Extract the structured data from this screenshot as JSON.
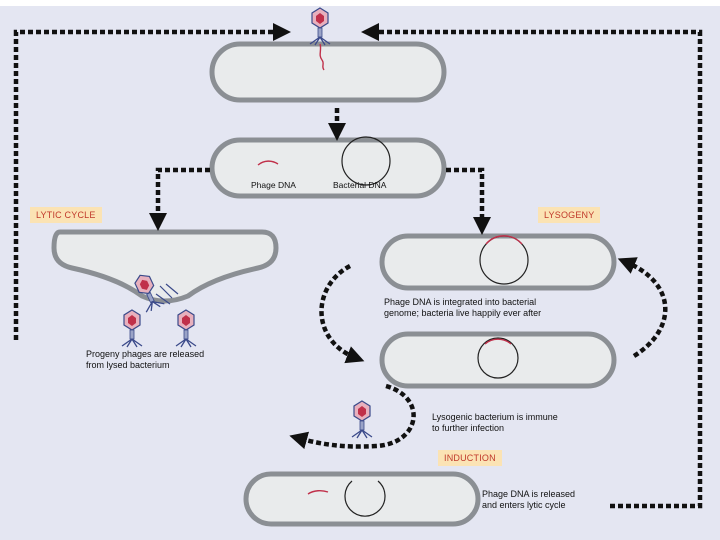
{
  "diagram": {
    "labels": {
      "lytic_cycle": "LYTIC CYCLE",
      "lysogeny": "LYSOGENY",
      "induction": "INDUCTION"
    },
    "cell_labels": {
      "phage_dna": "Phage DNA",
      "bacterial_dna": "Bacterial DNA"
    },
    "captions": {
      "progeny_line1": "Progeny phages are released",
      "progeny_line2": "from lysed bacterium",
      "integrated_line1": "Phage DNA is integrated into bacterial",
      "integrated_line2": "genome; bacteria live happily ever after",
      "immune_line1": "Lysogenic bacterium is immune",
      "immune_line2": "to further infection",
      "released_line1": "Phage DNA is released",
      "released_line2": "and enters lytic cycle"
    },
    "colors": {
      "background": "#e4e6f2",
      "cell_fill": "#e9ebec",
      "cell_outline": "#8b8f94",
      "arrow": "#111111",
      "phage_dna": "#c0304a",
      "label_box": "#fbe3b4",
      "label_text": "#c0392b"
    }
  }
}
